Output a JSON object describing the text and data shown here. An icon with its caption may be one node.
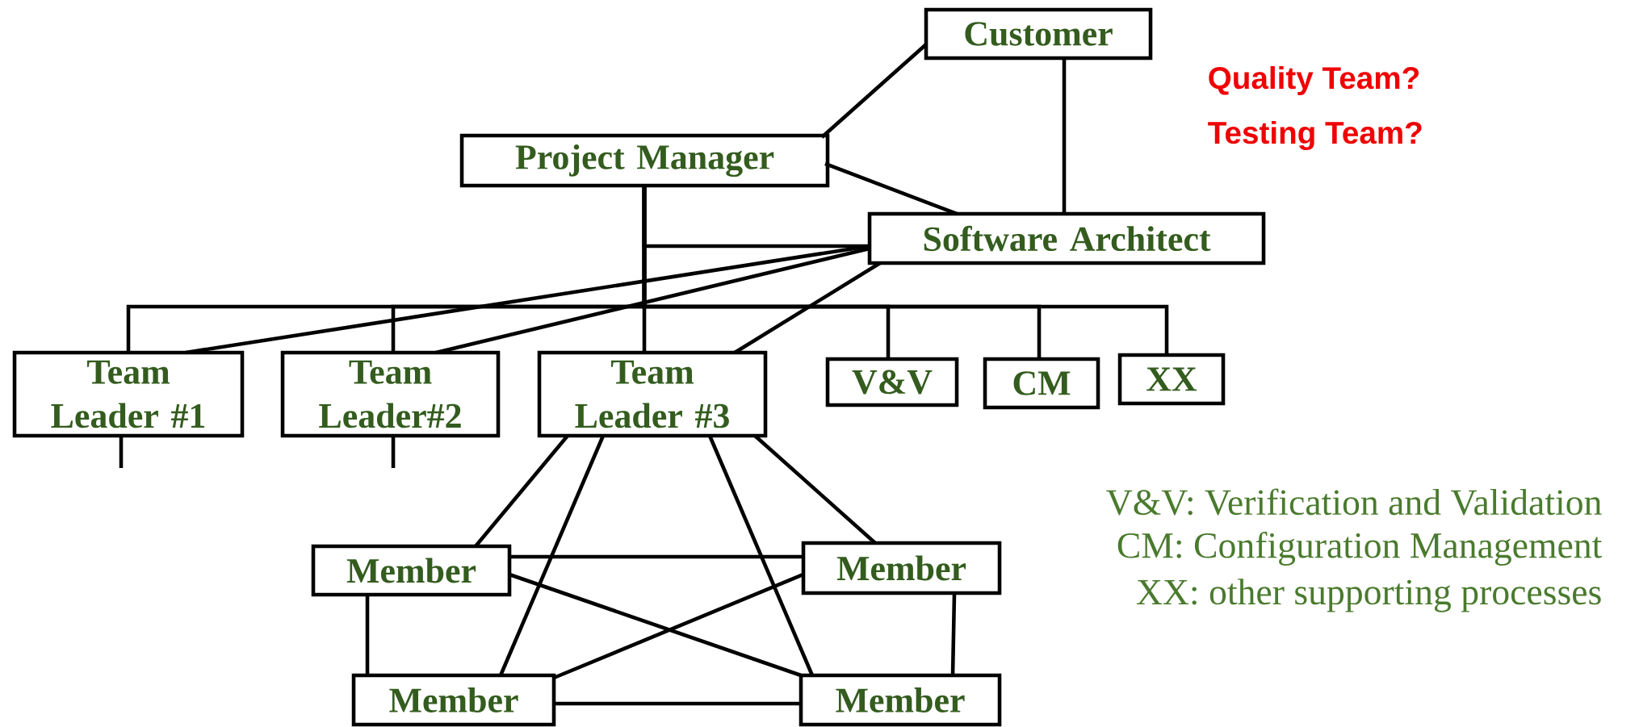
{
  "diagram": {
    "nodes": [
      {
        "text": [
          "Customer"
        ]
      },
      {
        "text": [
          "Project Manager"
        ]
      },
      {
        "text": [
          "Software Architect"
        ]
      },
      {
        "text": [
          "Team Leader #1"
        ]
      },
      {
        "text": [
          "Team Leader#2"
        ]
      },
      {
        "text": [
          "Team Leader #3"
        ]
      },
      {
        "text": [
          "V&V"
        ]
      },
      {
        "text": [
          "CM"
        ]
      },
      {
        "text": [
          "XX"
        ]
      },
      {
        "text": [
          "Member"
        ]
      },
      {
        "text": [
          "Member"
        ]
      },
      {
        "text": [
          "Member"
        ]
      },
      {
        "text": [
          "Member"
        ]
      }
    ],
    "edges": [
      {
        "from": 1,
        "to": 0,
        "arrow": "none"
      },
      {
        "from": 0,
        "to": 2,
        "arrow": "none"
      },
      {
        "from": 1,
        "to": 2,
        "arrow": "none"
      },
      {
        "from": 1,
        "to": 2,
        "arrow": "none"
      },
      {
        "from": 1,
        "to": 3,
        "arrow": "none"
      },
      {
        "from": 1,
        "to": 4,
        "arrow": "none"
      },
      {
        "from": 1,
        "to": 5,
        "arrow": "none"
      },
      {
        "from": 1,
        "to": 6,
        "arrow": "none"
      },
      {
        "from": 1,
        "to": 7,
        "arrow": "none"
      },
      {
        "from": 1,
        "to": 8,
        "arrow": "none"
      },
      {
        "from": 2,
        "to": 3,
        "arrow": "none"
      },
      {
        "from": 2,
        "to": 4,
        "arrow": "none"
      },
      {
        "from": 2,
        "to": 5,
        "arrow": "none"
      },
      {
        "from": 3,
        "to": null,
        "arrow": "none"
      },
      {
        "from": 4,
        "to": null,
        "arrow": "none"
      },
      {
        "from": 5,
        "to": 9,
        "arrow": "none"
      },
      {
        "from": 5,
        "to": 11,
        "arrow": "none"
      },
      {
        "from": 5,
        "to": 12,
        "arrow": "none"
      },
      {
        "from": 5,
        "to": 10,
        "arrow": "none"
      },
      {
        "from": 9,
        "to": 10,
        "arrow": "none"
      },
      {
        "from": 9,
        "to": 12,
        "arrow": "none"
      },
      {
        "from": 10,
        "to": 11,
        "arrow": "none"
      },
      {
        "from": 9,
        "to": 11,
        "arrow": "none"
      },
      {
        "from": 10,
        "to": 12,
        "arrow": "none"
      },
      {
        "from": 11,
        "to": 12,
        "arrow": "none"
      }
    ],
    "labels": [
      "Quality Team?",
      "Testing Team?",
      "V&V: Verification and Validation",
      "CM: Configuration Management",
      "XX: other supporting processes"
    ]
  }
}
